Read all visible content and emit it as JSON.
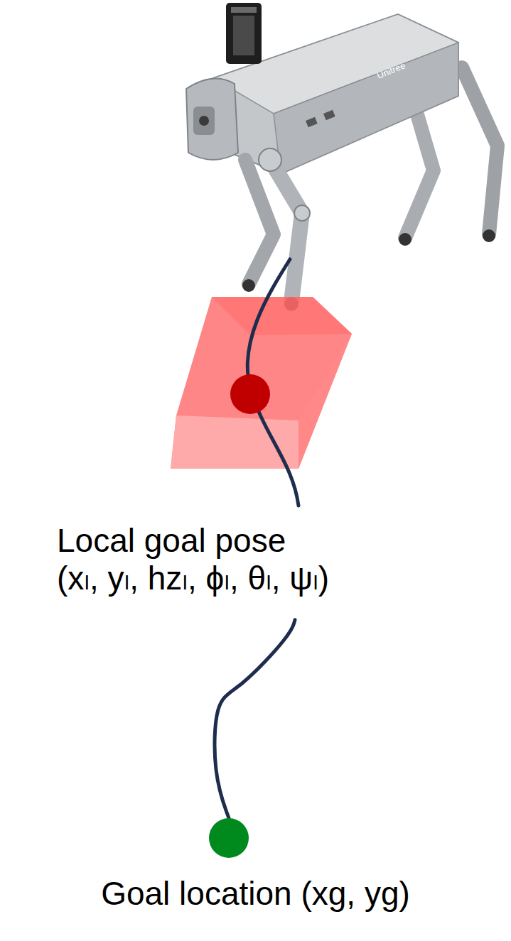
{
  "diagram": {
    "nodes": [
      {
        "text": [
          "Local goal pose",
          "(xₗ, yₗ, hzₗ, ϕₗ, θₗ, ψₗ)"
        ]
      },
      {
        "text": [
          "Goal location (xg, yg)"
        ]
      }
    ],
    "edges": [
      {
        "from": 0,
        "to": 1,
        "arrow": "none"
      }
    ],
    "labels": [
      "Unitree"
    ]
  }
}
